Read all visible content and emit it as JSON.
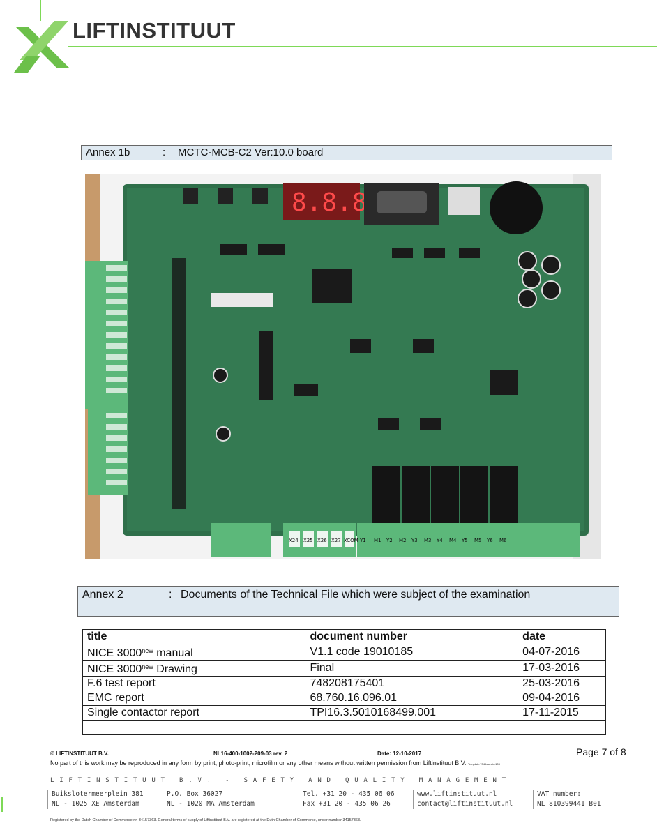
{
  "header": {
    "brand": "LIFTINSTITUUT"
  },
  "annex1b": {
    "label": "Annex 1b",
    "sep": ":",
    "title": "MCTC-MCB-C2 Ver:10.0 board"
  },
  "photo": {
    "display": "8.8.8.",
    "terminal_labels": [
      "X24",
      "X25",
      "X26",
      "X27",
      "XCOM",
      "Y1",
      "M1",
      "Y2",
      "M2",
      "Y3",
      "M3",
      "Y4",
      "M4",
      "Y5",
      "M5",
      "Y6",
      "M6"
    ]
  },
  "annex2": {
    "label": "Annex 2",
    "sep": ":",
    "title": "Documents of the Technical File which were subject of the examination"
  },
  "table": {
    "headers": [
      "title",
      "document number",
      "date"
    ],
    "rows": [
      {
        "t1": "NICE 3000",
        "sup": "new",
        "t2": " manual",
        "doc": "V1.1 code 19010185",
        "date": "04-07-2016"
      },
      {
        "t1": "NICE 3000",
        "sup": "new",
        "t2": " Drawing",
        "doc": "Final",
        "date": "17-03-2016"
      },
      {
        "t1": "F.6 test report",
        "sup": "",
        "t2": "",
        "doc": "748208175401",
        "date": "25-03-2016"
      },
      {
        "t1": "EMC report",
        "sup": "",
        "t2": "",
        "doc": "68.760.16.096.01",
        "date": "09-04-2016"
      },
      {
        "t1": "Single contactor report",
        "sup": "",
        "t2": "",
        "doc": "TPI16.3.5010168499.001",
        "date": "17-11-2015"
      },
      {
        "t1": "",
        "sup": "",
        "t2": "",
        "doc": "",
        "date": ""
      }
    ]
  },
  "footer": {
    "copyright": "© LIFTINSTITUUT B.V.",
    "docno": "NL16-400-1002-209-03   rev. 2",
    "date": "Date: 12-10-2017",
    "page": "Page 7 of 8",
    "notice": "No part of this work may be reproduced in any form by print, photo-print, microfilm or any other means without written permission from Liftinstituut B.V.",
    "notice_tiny": "Template:704/Lacroix-109",
    "tagline": "LIFTINSTITUUT B.V. - SAFETY AND QUALITY MANAGEMENT",
    "address": [
      "Buikslotermeerplein 381",
      "NL - 1025 XE  Amsterdam"
    ],
    "pobox": [
      "P.O. Box 36027",
      "NL - 1020 MA  Amsterdam"
    ],
    "phone": [
      "Tel. +31 20 - 435 06 06",
      "Fax +31 20 - 435 06 26"
    ],
    "web": [
      "www.liftinstituut.nl",
      "contact@liftinstituut.nl"
    ],
    "vat": [
      "VAT number:",
      "NL 810399441 B01"
    ],
    "legal": "Registered by the Dutch Chamber of Commerce nr. 34157363. General terms of supply of Liftinstituut B.V. are registered at the Duth Chamber of Commerce, under number 34157363."
  }
}
